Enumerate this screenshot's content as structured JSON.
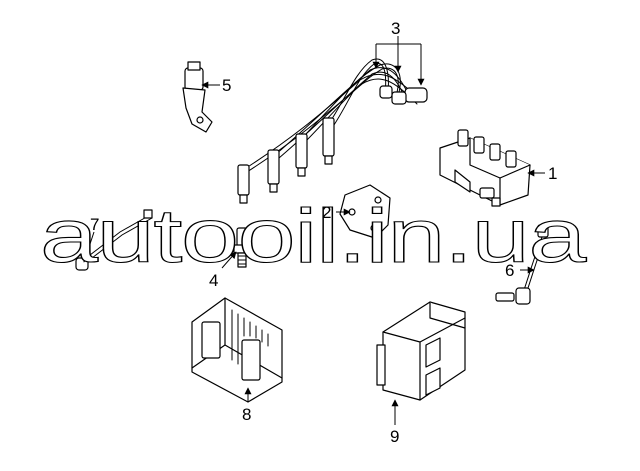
{
  "watermark": "autooil.in.ua",
  "callouts": {
    "c1": "1",
    "c2": "2",
    "c3": "3",
    "c4": "4",
    "c5": "5",
    "c6": "6",
    "c7": "7",
    "c8": "8",
    "c9": "9"
  }
}
